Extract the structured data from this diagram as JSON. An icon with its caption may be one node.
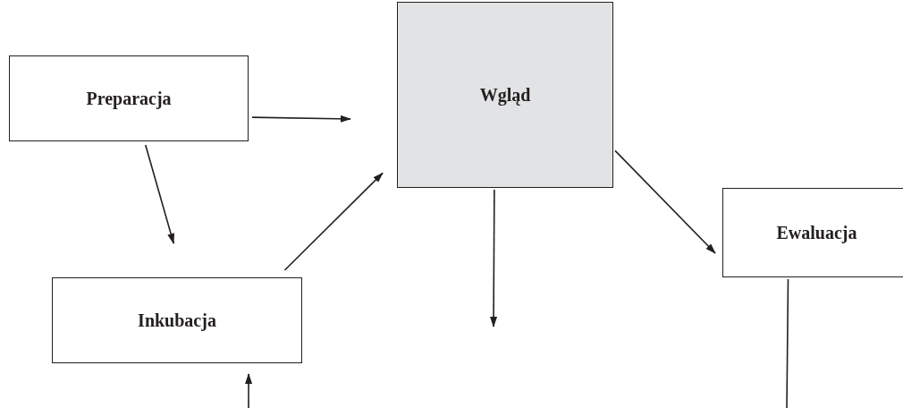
{
  "diagram": {
    "nodes": [
      {
        "text": [
          "Preparacja"
        ]
      },
      {
        "text": [
          "Wgląd"
        ]
      },
      {
        "text": [
          "Ewaluacja"
        ]
      },
      {
        "text": [
          "Inkubacja"
        ]
      }
    ],
    "edges": [
      {
        "from": 0,
        "to": 1,
        "arrow": "to"
      },
      {
        "from": 0,
        "to": 3,
        "arrow": "to"
      },
      {
        "from": 3,
        "to": 1,
        "arrow": "to"
      },
      {
        "from": 1,
        "to": 2,
        "arrow": "to"
      },
      {
        "from": 1,
        "to": null,
        "arrow": "to"
      },
      {
        "from": 2,
        "to": null,
        "arrow": "none"
      },
      {
        "from": null,
        "to": 3,
        "arrow": "to"
      }
    ]
  }
}
